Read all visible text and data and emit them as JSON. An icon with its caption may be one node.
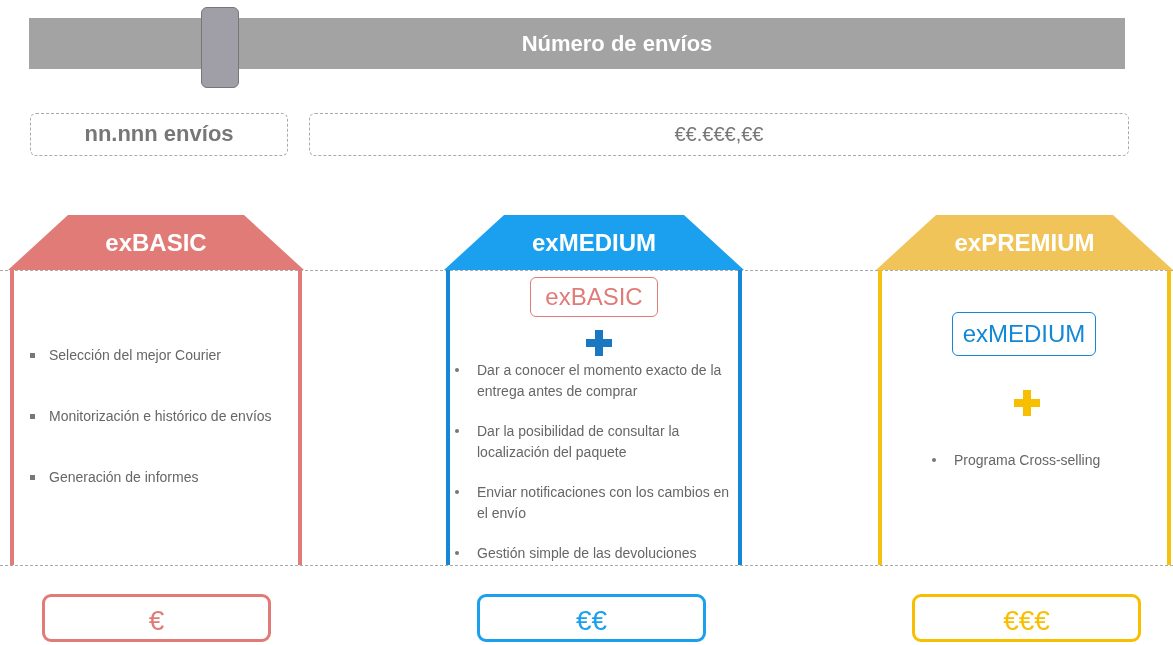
{
  "diagram": {
    "nodes": [
      {
        "text": [
          "Número de envíos"
        ]
      },
      {
        "text": [
          "nn.nnn envíos"
        ]
      },
      {
        "text": [
          "€€.€€€,€€"
        ]
      },
      {
        "text": [
          "exBASIC",
          "Selección del mejor Courier",
          "Monitorización e histórico de envíos",
          "Generación de informes"
        ]
      },
      {
        "text": [
          "exMEDIUM",
          "Dar a conocer el momento exacto de la entrega antes de comprar",
          "Dar la posibilidad de consultar la localización del paquete",
          "Enviar notificaciones con los cambios en el envío",
          "Gestión simple de las devoluciones"
        ]
      },
      {
        "text": [
          "exBASIC"
        ],
        "in": 4
      },
      {
        "text": [
          "exPREMIUM",
          "Programa Cross-selling"
        ]
      },
      {
        "text": [
          "exMEDIUM"
        ],
        "in": 6
      },
      {
        "text": [
          "€"
        ]
      },
      {
        "text": [
          "€€"
        ]
      },
      {
        "text": [
          "€€€"
        ]
      }
    ],
    "edges": []
  }
}
